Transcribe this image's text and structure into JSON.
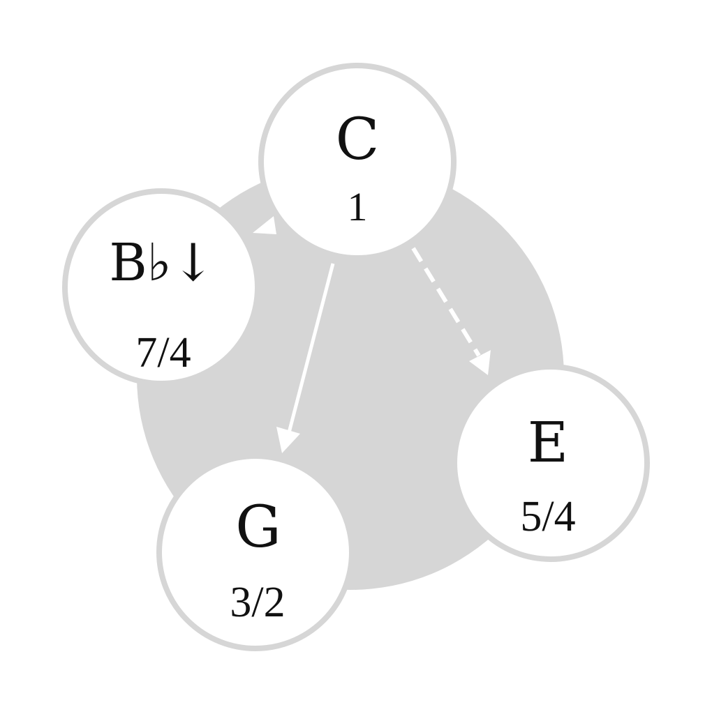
{
  "diagram": {
    "background_color": "#d6d6d6",
    "node_fill": "#ffffff",
    "node_stroke": "#d6d6d6",
    "text_color": "#111111",
    "nodes": [
      {
        "id": "c",
        "note": "C",
        "ratio": "1"
      },
      {
        "id": "b-flat-down",
        "note": "B♭↓",
        "ratio": "7/4"
      },
      {
        "id": "g",
        "note": "G",
        "ratio": "3/2"
      },
      {
        "id": "e",
        "note": "E",
        "ratio": "5/4"
      }
    ],
    "edges": [
      {
        "from": "C",
        "to": "G",
        "style": "solid"
      },
      {
        "from": "C",
        "to": "E",
        "style": "dashed"
      },
      {
        "from": "C",
        "to": "B♭↓",
        "style": "solid"
      }
    ]
  }
}
